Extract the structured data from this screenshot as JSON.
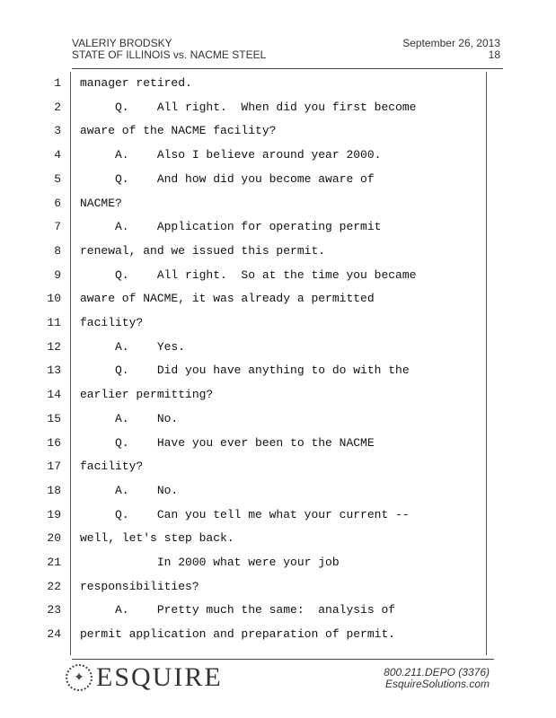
{
  "header": {
    "witness": "VALERIY BRODSKY",
    "case": "STATE OF ILLINOIS vs. NACME STEEL",
    "date": "September 26, 2013",
    "page_number": "18"
  },
  "lines": [
    {
      "n": "1",
      "text": "manager retired."
    },
    {
      "n": "2",
      "text": "     Q.    All right.  When did you first become"
    },
    {
      "n": "3",
      "text": "aware of the NACME facility?"
    },
    {
      "n": "4",
      "text": "     A.    Also I believe around year 2000."
    },
    {
      "n": "5",
      "text": "     Q.    And how did you become aware of"
    },
    {
      "n": "6",
      "text": "NACME?"
    },
    {
      "n": "7",
      "text": "     A.    Application for operating permit"
    },
    {
      "n": "8",
      "text": "renewal, and we issued this permit."
    },
    {
      "n": "9",
      "text": "     Q.    All right.  So at the time you became"
    },
    {
      "n": "10",
      "text": "aware of NACME, it was already a permitted"
    },
    {
      "n": "11",
      "text": "facility?"
    },
    {
      "n": "12",
      "text": "     A.    Yes."
    },
    {
      "n": "13",
      "text": "     Q.    Did you have anything to do with the"
    },
    {
      "n": "14",
      "text": "earlier permitting?"
    },
    {
      "n": "15",
      "text": "     A.    No."
    },
    {
      "n": "16",
      "text": "     Q.    Have you ever been to the NACME"
    },
    {
      "n": "17",
      "text": "facility?"
    },
    {
      "n": "18",
      "text": "     A.    No."
    },
    {
      "n": "19",
      "text": "     Q.    Can you tell me what your current --"
    },
    {
      "n": "20",
      "text": "well, let's step back."
    },
    {
      "n": "21",
      "text": "           In 2000 what were your job"
    },
    {
      "n": "22",
      "text": "responsibilities?"
    },
    {
      "n": "23",
      "text": "     A.    Pretty much the same:  analysis of"
    },
    {
      "n": "24",
      "text": "permit application and preparation of permit."
    }
  ],
  "footer": {
    "logo": "ESQUIRE",
    "phone": "800.211.DEPO (3376)",
    "website": "EsquireSolutions.com"
  }
}
